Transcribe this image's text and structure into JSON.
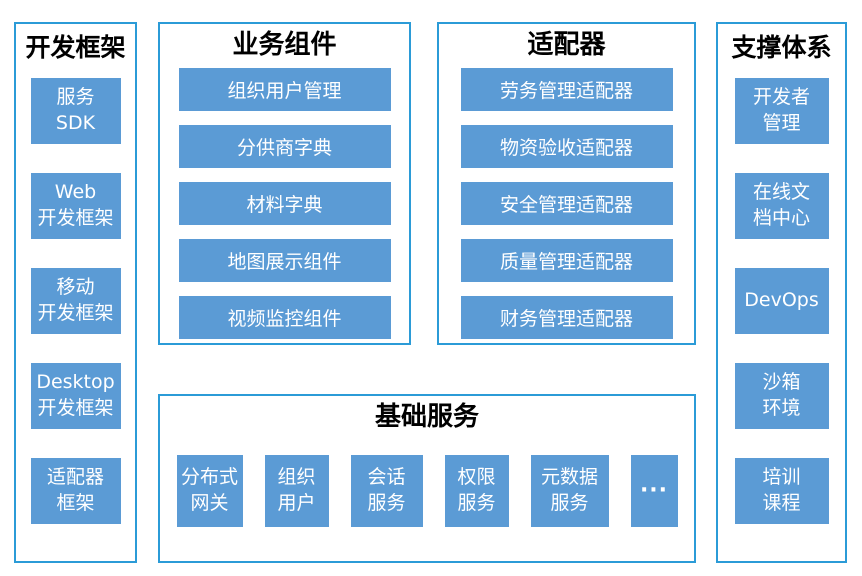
{
  "colors": {
    "background": "#FFFFFF",
    "container_border": "#2B9BD7",
    "box_fill": "#5B9BD5",
    "box_text": "#FFFFFF",
    "title_text": "#000000"
  },
  "panels": {
    "dev_framework": {
      "title": "开发框架",
      "items": [
        "服务\nSDK",
        "Web\n开发框架",
        "移动\n开发框架",
        "Desktop\n开发框架",
        "适配器\n框架"
      ]
    },
    "business_components": {
      "title": "业务组件",
      "items": [
        "组织用户管理",
        "分供商字典",
        "材料字典",
        "地图展示组件",
        "视频监控组件"
      ]
    },
    "adapters": {
      "title": "适配器",
      "items": [
        "劳务管理适配器",
        "物资验收适配器",
        "安全管理适配器",
        "质量管理适配器",
        "财务管理适配器"
      ]
    },
    "base_services": {
      "title": "基础服务",
      "items": [
        "分布式\n网关",
        "组织\n用户",
        "会话\n服务",
        "权限\n服务",
        "元数据\n服务",
        "···"
      ]
    },
    "support_system": {
      "title": "支撑体系",
      "items": [
        "开发者\n管理",
        "在线文\n档中心",
        "DevOps",
        "沙箱\n环境",
        "培训\n课程"
      ]
    }
  }
}
